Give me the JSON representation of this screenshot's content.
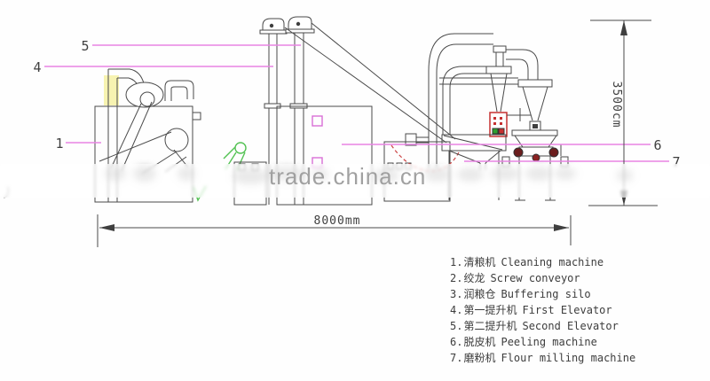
{
  "watermark": {
    "text": "trade.china.cn"
  },
  "dimensions": {
    "width_label": "8000mm",
    "height_label": "3500cm"
  },
  "callouts": {
    "c1": "1",
    "c4": "4",
    "c5": "5",
    "c6": "6",
    "c7": "7"
  },
  "legend": {
    "items": [
      {
        "num": "1.",
        "zh": "清粮机",
        "en": "Cleaning machine"
      },
      {
        "num": "2.",
        "zh": "绞龙",
        "en": "Screw conveyor"
      },
      {
        "num": "3.",
        "zh": "润粮仓",
        "en": "Buffering silo"
      },
      {
        "num": "4.",
        "zh": "第一提升机",
        "en": "First Elevator"
      },
      {
        "num": "5.",
        "zh": "第二提升机",
        "en": "Second Elevator"
      },
      {
        "num": "6.",
        "zh": "脱皮机",
        "en": "Peeling machine"
      },
      {
        "num": "7.",
        "zh": "磨粉机",
        "en": "Flour milling machine"
      }
    ]
  },
  "colors": {
    "line": "#4a4a4a",
    "callout_line": "#e884e4",
    "highlight_yellow": "#f6f1a3",
    "accent_green": "#53c253",
    "accent_red": "#c53030",
    "accent_magenta": "#d96fd6",
    "watermark_gray": "#9a9a9a"
  }
}
